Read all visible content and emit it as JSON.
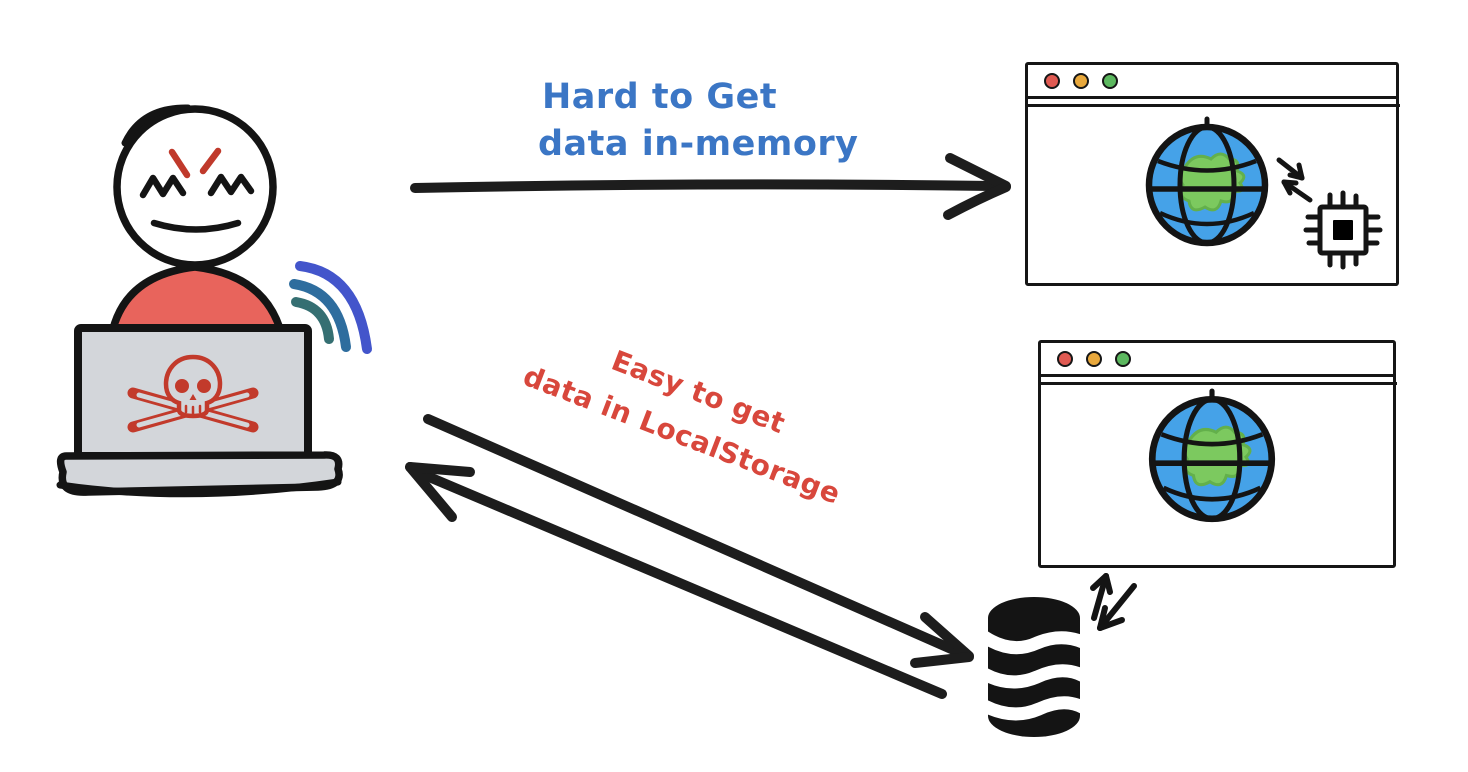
{
  "page": {
    "type": "hand-drawn-diagram",
    "topic": "Hacker attacking browser data: in-memory vs LocalStorage",
    "background_color": "#ffffff"
  },
  "flow_top": {
    "label_line1": "Hard to Get",
    "label_line2": "data in-memory",
    "label_color": "#3b76c5",
    "direction": "hacker-to-browser"
  },
  "flow_bottom": {
    "label_line1": "Easy to get",
    "label_line2": "data in LocalStorage",
    "label_color": "#d8473c",
    "direction": "bidirectional-hacker-database"
  },
  "hacker": {
    "icon": "angry-hacker-at-laptop-icon",
    "expression": "angry",
    "shirt_color": "#e8645c",
    "laptop_color": "#d3d6da",
    "skull_color": "#c23a2b",
    "anger_mark_color": "#c0392b",
    "wifi_signal_colors": [
      "#4355cb",
      "#2e6d9e",
      "#356f72"
    ]
  },
  "browser_top": {
    "traffic_light_colors": [
      "#e05a52",
      "#e8a83c",
      "#5cb85f"
    ],
    "icons": [
      "globe-icon",
      "exchange-arrows-icon",
      "cpu-chip-icon"
    ]
  },
  "browser_bottom": {
    "traffic_light_colors": [
      "#e05a52",
      "#e8a83c",
      "#5cb85f"
    ],
    "icons": [
      "globe-icon"
    ]
  },
  "globe": {
    "ocean_color": "#45a2e8",
    "land_color": "#7cc95f",
    "outline_color": "#141414"
  },
  "database": {
    "icon": "database-cylinder-icon",
    "color": "#141414",
    "nearby": "exchange-arrows-icon"
  }
}
